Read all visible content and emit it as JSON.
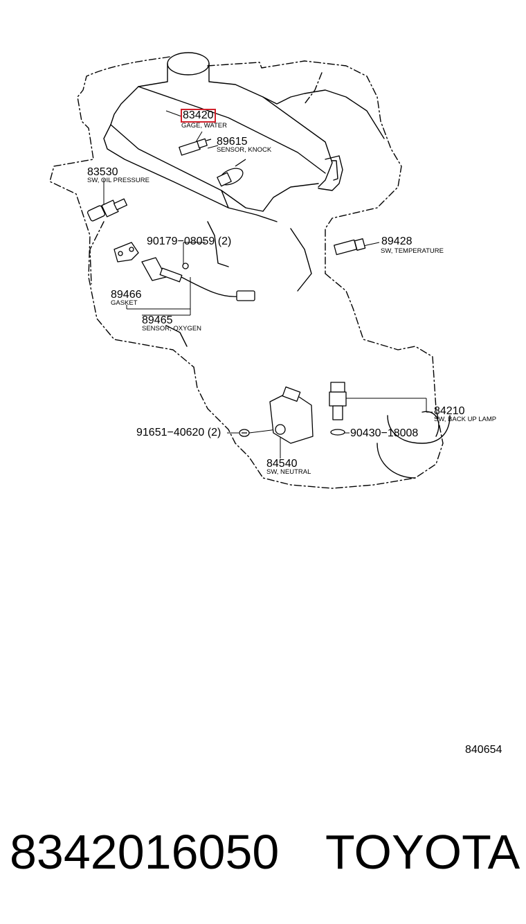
{
  "callouts": {
    "c83420": {
      "part": "83420",
      "desc": "GAGE, WATER"
    },
    "c89615": {
      "part": "89615",
      "desc": "SENSOR, KNOCK"
    },
    "c83530": {
      "part": "83530",
      "desc": "SW, OIL PRESSURE"
    },
    "c90179": {
      "part": "90179−08059 (2)"
    },
    "c89428": {
      "part": "89428",
      "desc": "SW, TEMPERATURE"
    },
    "c89466": {
      "part": "89466",
      "desc": "GASKET"
    },
    "c89465": {
      "part": "89465",
      "desc": "SENSOR, OXYGEN"
    },
    "c84210": {
      "part": "84210",
      "desc": "SW, BACK UP LAMP"
    },
    "c91651": {
      "part": "91651−40620 (2)"
    },
    "c90430": {
      "part": "90430−18008"
    },
    "c84540": {
      "part": "84540",
      "desc": "SW, NEUTRAL"
    }
  },
  "illustration_code": "840654",
  "footer": {
    "part_number": "8342016050",
    "brand": "TOYOTA"
  },
  "highlight_color": "#d0202a"
}
